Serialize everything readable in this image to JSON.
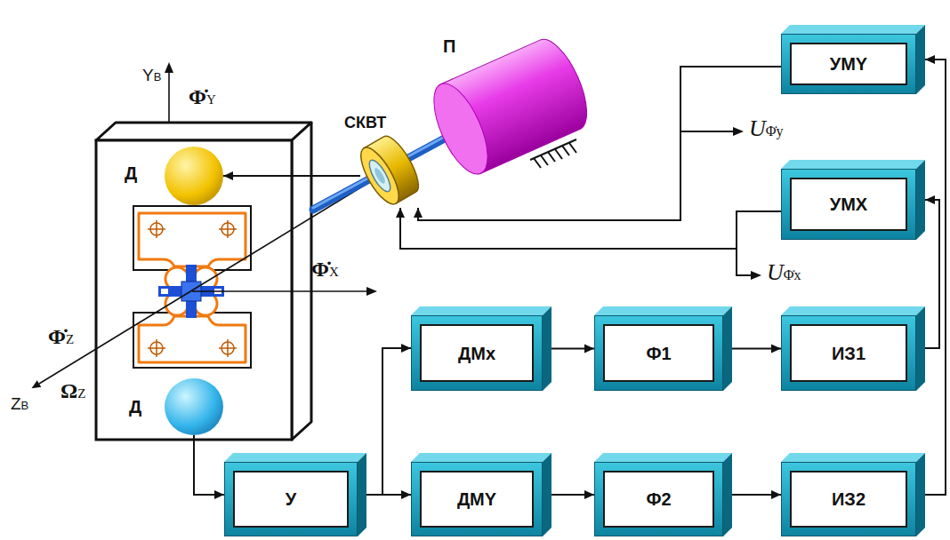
{
  "diagram": {
    "nodes": [
      {
        "text": [
          "Д"
        ]
      },
      {
        "text": [
          "СКВТ"
        ]
      },
      {
        "text": [
          "П"
        ]
      },
      {
        "text": [
          "УМY"
        ]
      },
      {
        "text": [
          "УМX"
        ]
      },
      {
        "text": [
          "ДМx"
        ]
      },
      {
        "text": [
          "Ф1"
        ]
      },
      {
        "text": [
          "ИЗ1"
        ]
      },
      {
        "text": [
          "Д"
        ]
      },
      {
        "text": [
          "У"
        ]
      },
      {
        "text": [
          "ДМY"
        ]
      },
      {
        "text": [
          "Ф2"
        ]
      },
      {
        "text": [
          "ИЗ2"
        ]
      }
    ],
    "edges": [
      {
        "from": 1,
        "to": 0,
        "arrow": "to"
      },
      {
        "from": 8,
        "to": 9,
        "arrow": "to"
      },
      {
        "from": 9,
        "to": 5,
        "arrow": "to"
      },
      {
        "from": 9,
        "to": 10,
        "arrow": "to"
      },
      {
        "from": 5,
        "to": 6,
        "arrow": "to"
      },
      {
        "from": 6,
        "to": 7,
        "arrow": "to"
      },
      {
        "from": 7,
        "to": 4,
        "arrow": "to"
      },
      {
        "from": 10,
        "to": 11,
        "arrow": "to"
      },
      {
        "from": 11,
        "to": 12,
        "arrow": "to"
      },
      {
        "from": 12,
        "to": 3,
        "arrow": "to"
      },
      {
        "from": 3,
        "to": 1,
        "arrow": "to"
      },
      {
        "from": 4,
        "to": 1,
        "arrow": "to"
      }
    ],
    "labels": [
      "YB",
      "Φ̇Y",
      "Φ̇X",
      "Φ̇Z",
      "ΩZ",
      "ZB",
      "UΦ̇y",
      "UΦ̇x"
    ]
  }
}
